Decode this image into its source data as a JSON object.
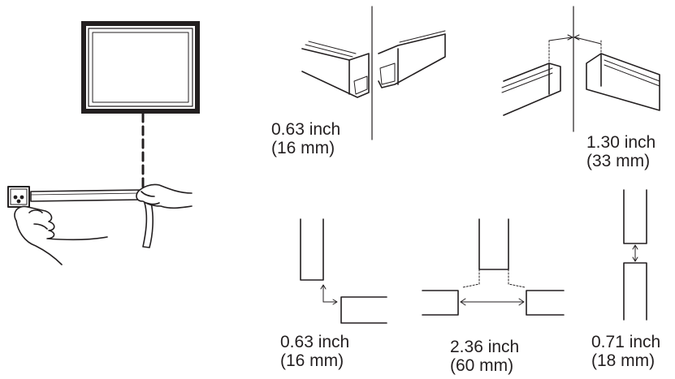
{
  "labels": {
    "gap_corner_top": {
      "inch": "0.63 inch",
      "mm": "(16 mm)"
    },
    "gap_wall_top": {
      "inch": "1.30 inch",
      "mm": "(33 mm)"
    },
    "gap_corner_bottom": {
      "inch": "0.63 inch",
      "mm": "(16 mm)"
    },
    "gap_tee": {
      "inch": "2.36 inch",
      "mm": "(60 mm)"
    },
    "gap_vertical": {
      "inch": "0.71 inch",
      "mm": "(18 mm)"
    }
  },
  "colors": {
    "ink": "#231f20",
    "background": "#ffffff"
  }
}
